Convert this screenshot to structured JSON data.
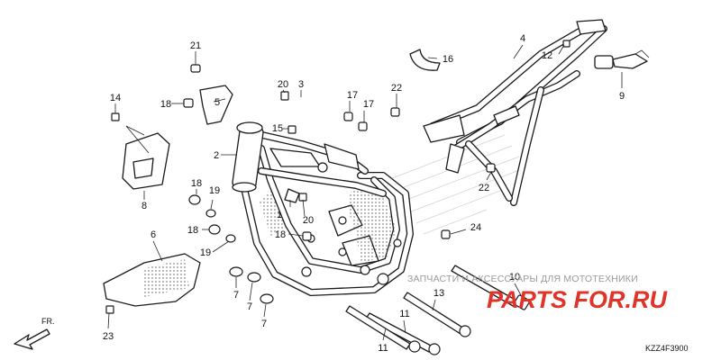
{
  "watermark": {
    "caption": "ЗАПЧАСТИ И АКСЕССУАРЫ ДЛЯ МОТОТЕХНИКИ",
    "logo": "PARTS FOR.RU"
  },
  "diagram_code": "KZZ4F3900",
  "direction_marker": "FR.",
  "callouts": [
    "1",
    "2",
    "3",
    "4",
    "5",
    "6",
    "7",
    "8",
    "9",
    "10",
    "11",
    "12",
    "13",
    "14",
    "15",
    "16",
    "17",
    "18",
    "19",
    "20",
    "21",
    "22",
    "23",
    "24"
  ],
  "colors": {
    "line": "#1a1a1a",
    "logo": "#e0342b",
    "watermark_text": "#9a9a9a"
  }
}
